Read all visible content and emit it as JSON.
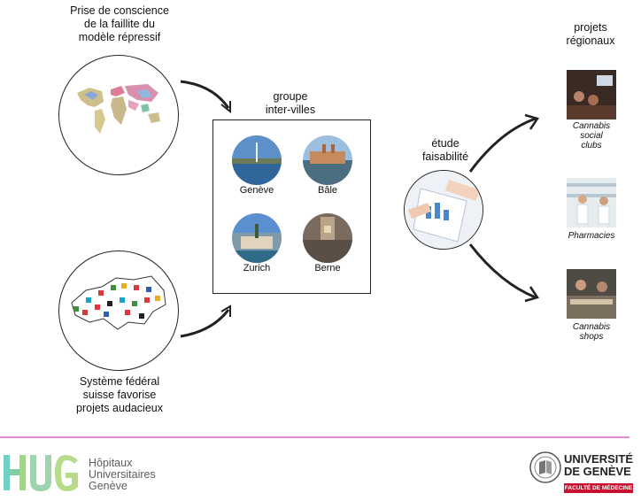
{
  "left_top": {
    "caption": "Prise de conscience\nde la faillite du\nmodèle répressif",
    "image": "world-map-icon"
  },
  "left_bottom": {
    "caption": "Système fédéral\nsuisse favorise\nprojets audacieux",
    "image": "swiss-map-icon"
  },
  "group": {
    "title": "groupe\ninter-villes",
    "cities": [
      {
        "label": "Genève",
        "image": "geneva-photo"
      },
      {
        "label": "Bâle",
        "image": "basel-photo"
      },
      {
        "label": "Zurich",
        "image": "zurich-photo"
      },
      {
        "label": "Berne",
        "image": "bern-photo"
      }
    ]
  },
  "study": {
    "title": "étude\nfaisabilité",
    "image": "document-review-photo"
  },
  "projects": {
    "title": "projets\nrégionaux",
    "items": [
      {
        "label": "Cannabis\nsocial\nclubs",
        "image": "social-club-photo"
      },
      {
        "label": "Pharmacies",
        "image": "pharmacy-photo"
      },
      {
        "label": "Cannabis\nshops",
        "image": "cannabis-shop-photo"
      }
    ]
  },
  "footer": {
    "hug_logo_letters": "HUG",
    "hug_name": "Hôpitaux\nUniversitaires\nGenève",
    "unige_name": "UNIVERSITÉ\nDE GENÈVE",
    "unige_faculty": "FACULTÉ DE MÉDECINE",
    "divider_color": "#e58ad8",
    "unige_red": "#c8102e"
  }
}
